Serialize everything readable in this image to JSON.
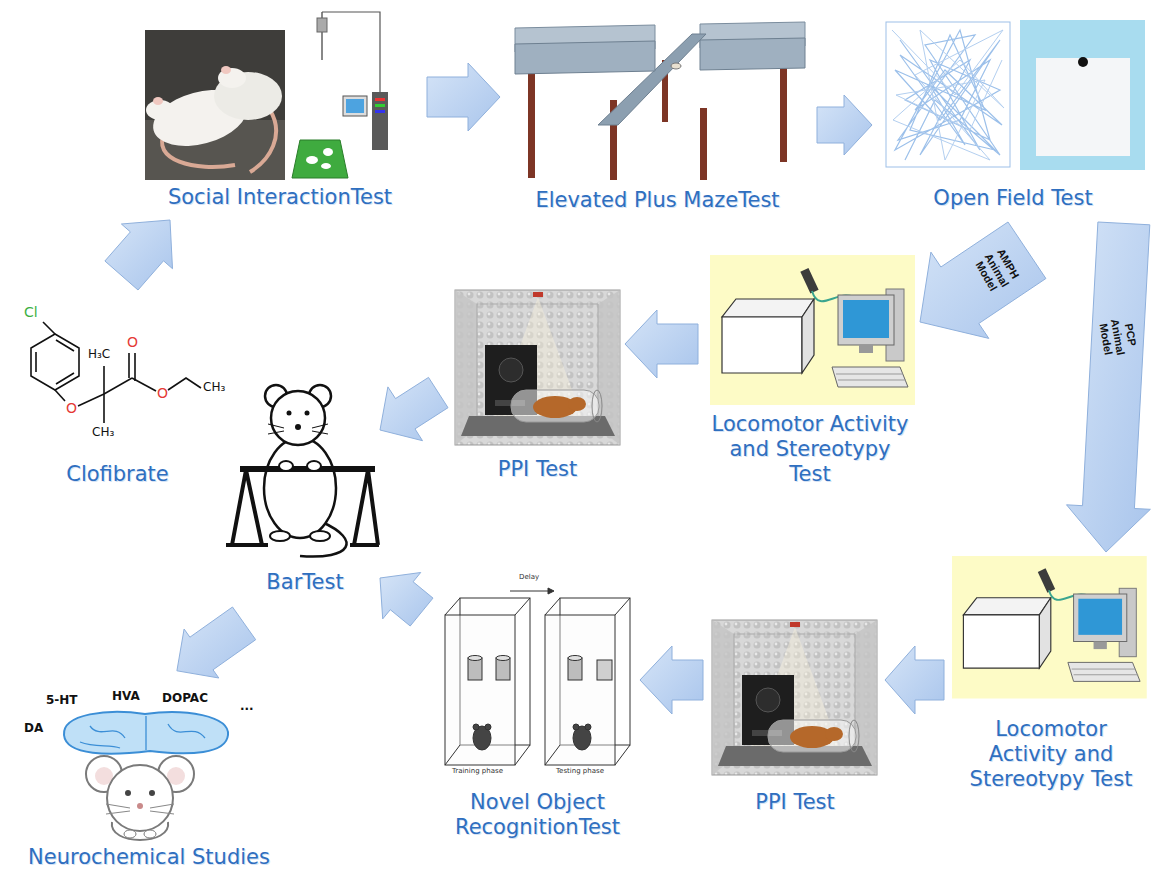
{
  "diagram": {
    "nodes": [
      {
        "text": [
          "Clofibrate"
        ]
      },
      {
        "text": [
          "Social InteractionTest"
        ]
      },
      {
        "text": [
          "Elevated Plus MazeTest"
        ]
      },
      {
        "text": [
          "Open Field Test"
        ]
      },
      {
        "text": [
          "Locomotor Activity and Stereotypy Test"
        ]
      },
      {
        "text": [
          "PPI Test"
        ]
      },
      {
        "text": [
          "BarTest"
        ]
      },
      {
        "text": [
          "Neurochemical Studies"
        ]
      },
      {
        "text": [
          "Locomotor Activity and Stereotypy Test"
        ]
      },
      {
        "text": [
          "PPI Test"
        ]
      },
      {
        "text": [
          "Novel Object RecognitionTest"
        ]
      }
    ],
    "edges": [
      {
        "from": 0,
        "to": 1,
        "arrow": "to"
      },
      {
        "from": 1,
        "to": 2,
        "arrow": "to"
      },
      {
        "from": 2,
        "to": 3,
        "arrow": "to"
      },
      {
        "from": 3,
        "to": 4,
        "label": "AMPH Animal Model",
        "arrow": "to"
      },
      {
        "from": 3,
        "to": 8,
        "label": "PCP Animal Model",
        "arrow": "to"
      },
      {
        "from": 4,
        "to": 5,
        "arrow": "to"
      },
      {
        "from": 5,
        "to": 6,
        "arrow": "to"
      },
      {
        "from": 8,
        "to": 9,
        "arrow": "to"
      },
      {
        "from": 9,
        "to": 10,
        "arrow": "to"
      },
      {
        "from": 10,
        "to": 6,
        "arrow": "to"
      },
      {
        "from": 6,
        "to": 7,
        "arrow": "to"
      }
    ],
    "labels": [
      "Cl",
      "O",
      "O",
      "O",
      "H₃C",
      "CH₃",
      "CH₃",
      "DA",
      "5-HT",
      "HVA",
      "DOPAC",
      "...",
      "Delay",
      "Training phase",
      "Testing phase"
    ]
  }
}
